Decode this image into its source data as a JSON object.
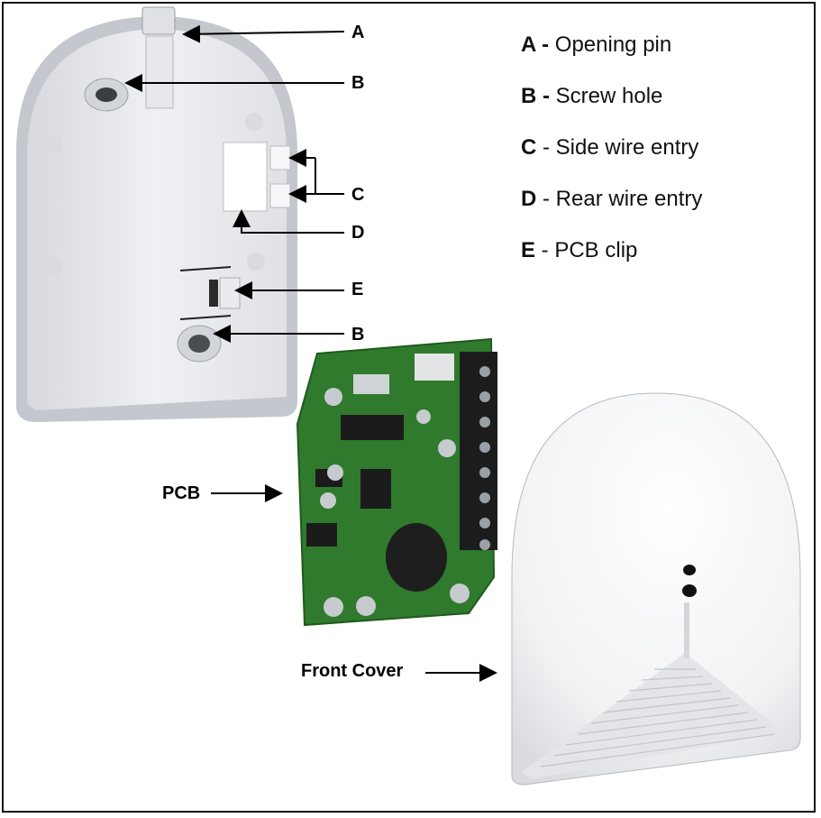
{
  "legend": [
    {
      "key": "A",
      "sep": " - ",
      "sep_bold": true,
      "text": "Opening pin"
    },
    {
      "key": "B",
      "sep": " - ",
      "sep_bold": true,
      "text": "Screw hole"
    },
    {
      "key": "C",
      "sep": " - ",
      "sep_bold": false,
      "text": "Side wire entry"
    },
    {
      "key": "D",
      "sep": " - ",
      "sep_bold": false,
      "text": "Rear wire entry"
    },
    {
      "key": "E",
      "sep": " - ",
      "sep_bold": false,
      "text": "PCB clip"
    }
  ],
  "callouts": {
    "a": "A",
    "b_top": "B",
    "c": "C",
    "d": "D",
    "e": "E",
    "b_bottom": "B",
    "pcb": "PCB",
    "front_cover": "Front Cover"
  },
  "colors": {
    "plastic": "#ecedf0",
    "plastic_shadow": "#c9ccd2",
    "pcb_green": "#2f7a2c",
    "terminal_black": "#1c1c1c",
    "arrow": "#000000"
  }
}
